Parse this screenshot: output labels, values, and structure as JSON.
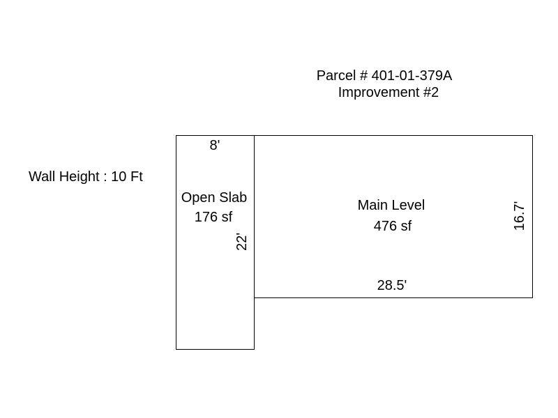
{
  "header": {
    "parcel": "Parcel # 401-01-379A",
    "improvement": "Improvement #2"
  },
  "wall_height": "Wall Height : 10 Ft",
  "areas": {
    "open_slab": {
      "name": "Open Slab",
      "area": "176 sf",
      "width_label": "8'",
      "length_label": "22'"
    },
    "main_level": {
      "name": "Main Level",
      "area": "476 sf",
      "width_label": "28.5'",
      "depth_label": "16.7'"
    }
  },
  "colors": {
    "line": "#000000",
    "background": "#ffffff"
  }
}
